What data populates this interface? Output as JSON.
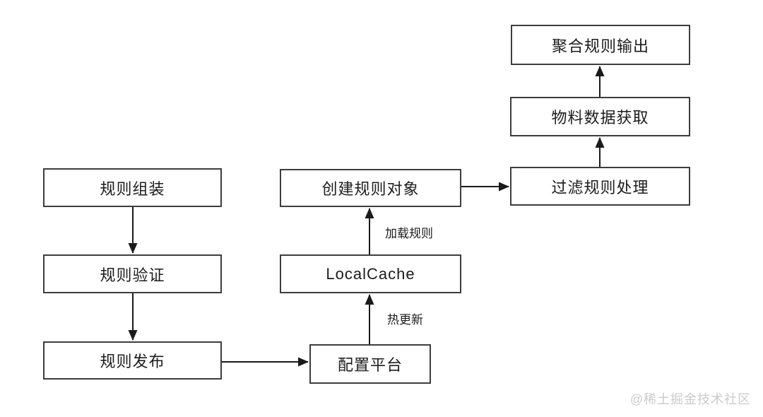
{
  "diagram": {
    "nodes": {
      "rule_assembly": {
        "label": "规则组装"
      },
      "rule_validation": {
        "label": "规则验证"
      },
      "rule_publish": {
        "label": "规则发布"
      },
      "create_rule_object": {
        "label": "创建规则对象"
      },
      "local_cache": {
        "label": "LocalCache"
      },
      "config_platform": {
        "label": "配置平台"
      },
      "filter_rule_processing": {
        "label": "过滤规则处理"
      },
      "material_data_fetch": {
        "label": "物料数据获取"
      },
      "aggregate_rule_output": {
        "label": "聚合规则输出"
      }
    },
    "edge_labels": {
      "load_rules": "加载规则",
      "hot_update": "热更新"
    },
    "edges": [
      {
        "from": "rule_assembly",
        "to": "rule_validation",
        "label": ""
      },
      {
        "from": "rule_validation",
        "to": "rule_publish",
        "label": ""
      },
      {
        "from": "rule_publish",
        "to": "config_platform",
        "label": ""
      },
      {
        "from": "config_platform",
        "to": "local_cache",
        "label": "热更新"
      },
      {
        "from": "local_cache",
        "to": "create_rule_object",
        "label": "加载规则"
      },
      {
        "from": "create_rule_object",
        "to": "filter_rule_processing",
        "label": ""
      },
      {
        "from": "filter_rule_processing",
        "to": "material_data_fetch",
        "label": ""
      },
      {
        "from": "material_data_fetch",
        "to": "aggregate_rule_output",
        "label": ""
      }
    ],
    "colors": {
      "background": "#ffffff",
      "box_border": "#3d3d3d",
      "arrow": "#1a1a1a",
      "text": "#1c1c1c",
      "watermark": "#cbcbcb"
    }
  },
  "watermark": {
    "text": "@稀土掘金技术社区"
  }
}
